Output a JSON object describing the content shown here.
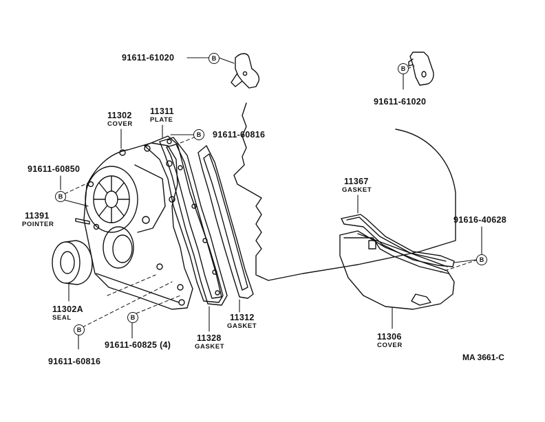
{
  "labels": {
    "p91611_61020_top": "91611-61020",
    "p91611_61020_right": "91611-61020",
    "p11302": "11302",
    "p11302_sub": "COVER",
    "p11311": "11311",
    "p11311_sub": "PLATE",
    "p91611_60816_top": "91611-60816",
    "p91611_60850": "91611-60850",
    "p11391": "11391",
    "p11391_sub": "POINTER",
    "p11302A": "11302A",
    "p11302A_sub": "SEAL",
    "p91611_60825": "91611-60825 (4)",
    "p91611_60816_bottom": "91611-60816",
    "p11328": "11328",
    "p11328_sub": "GASKET",
    "p11312": "11312",
    "p11312_sub": "GASKET",
    "p11367": "11367",
    "p11367_sub": "GASKET",
    "p91616_40628": "91616-40628",
    "p11306": "11306",
    "p11306_sub": "COVER",
    "reference": "MA 3661-C"
  },
  "bolt_marker": "B"
}
